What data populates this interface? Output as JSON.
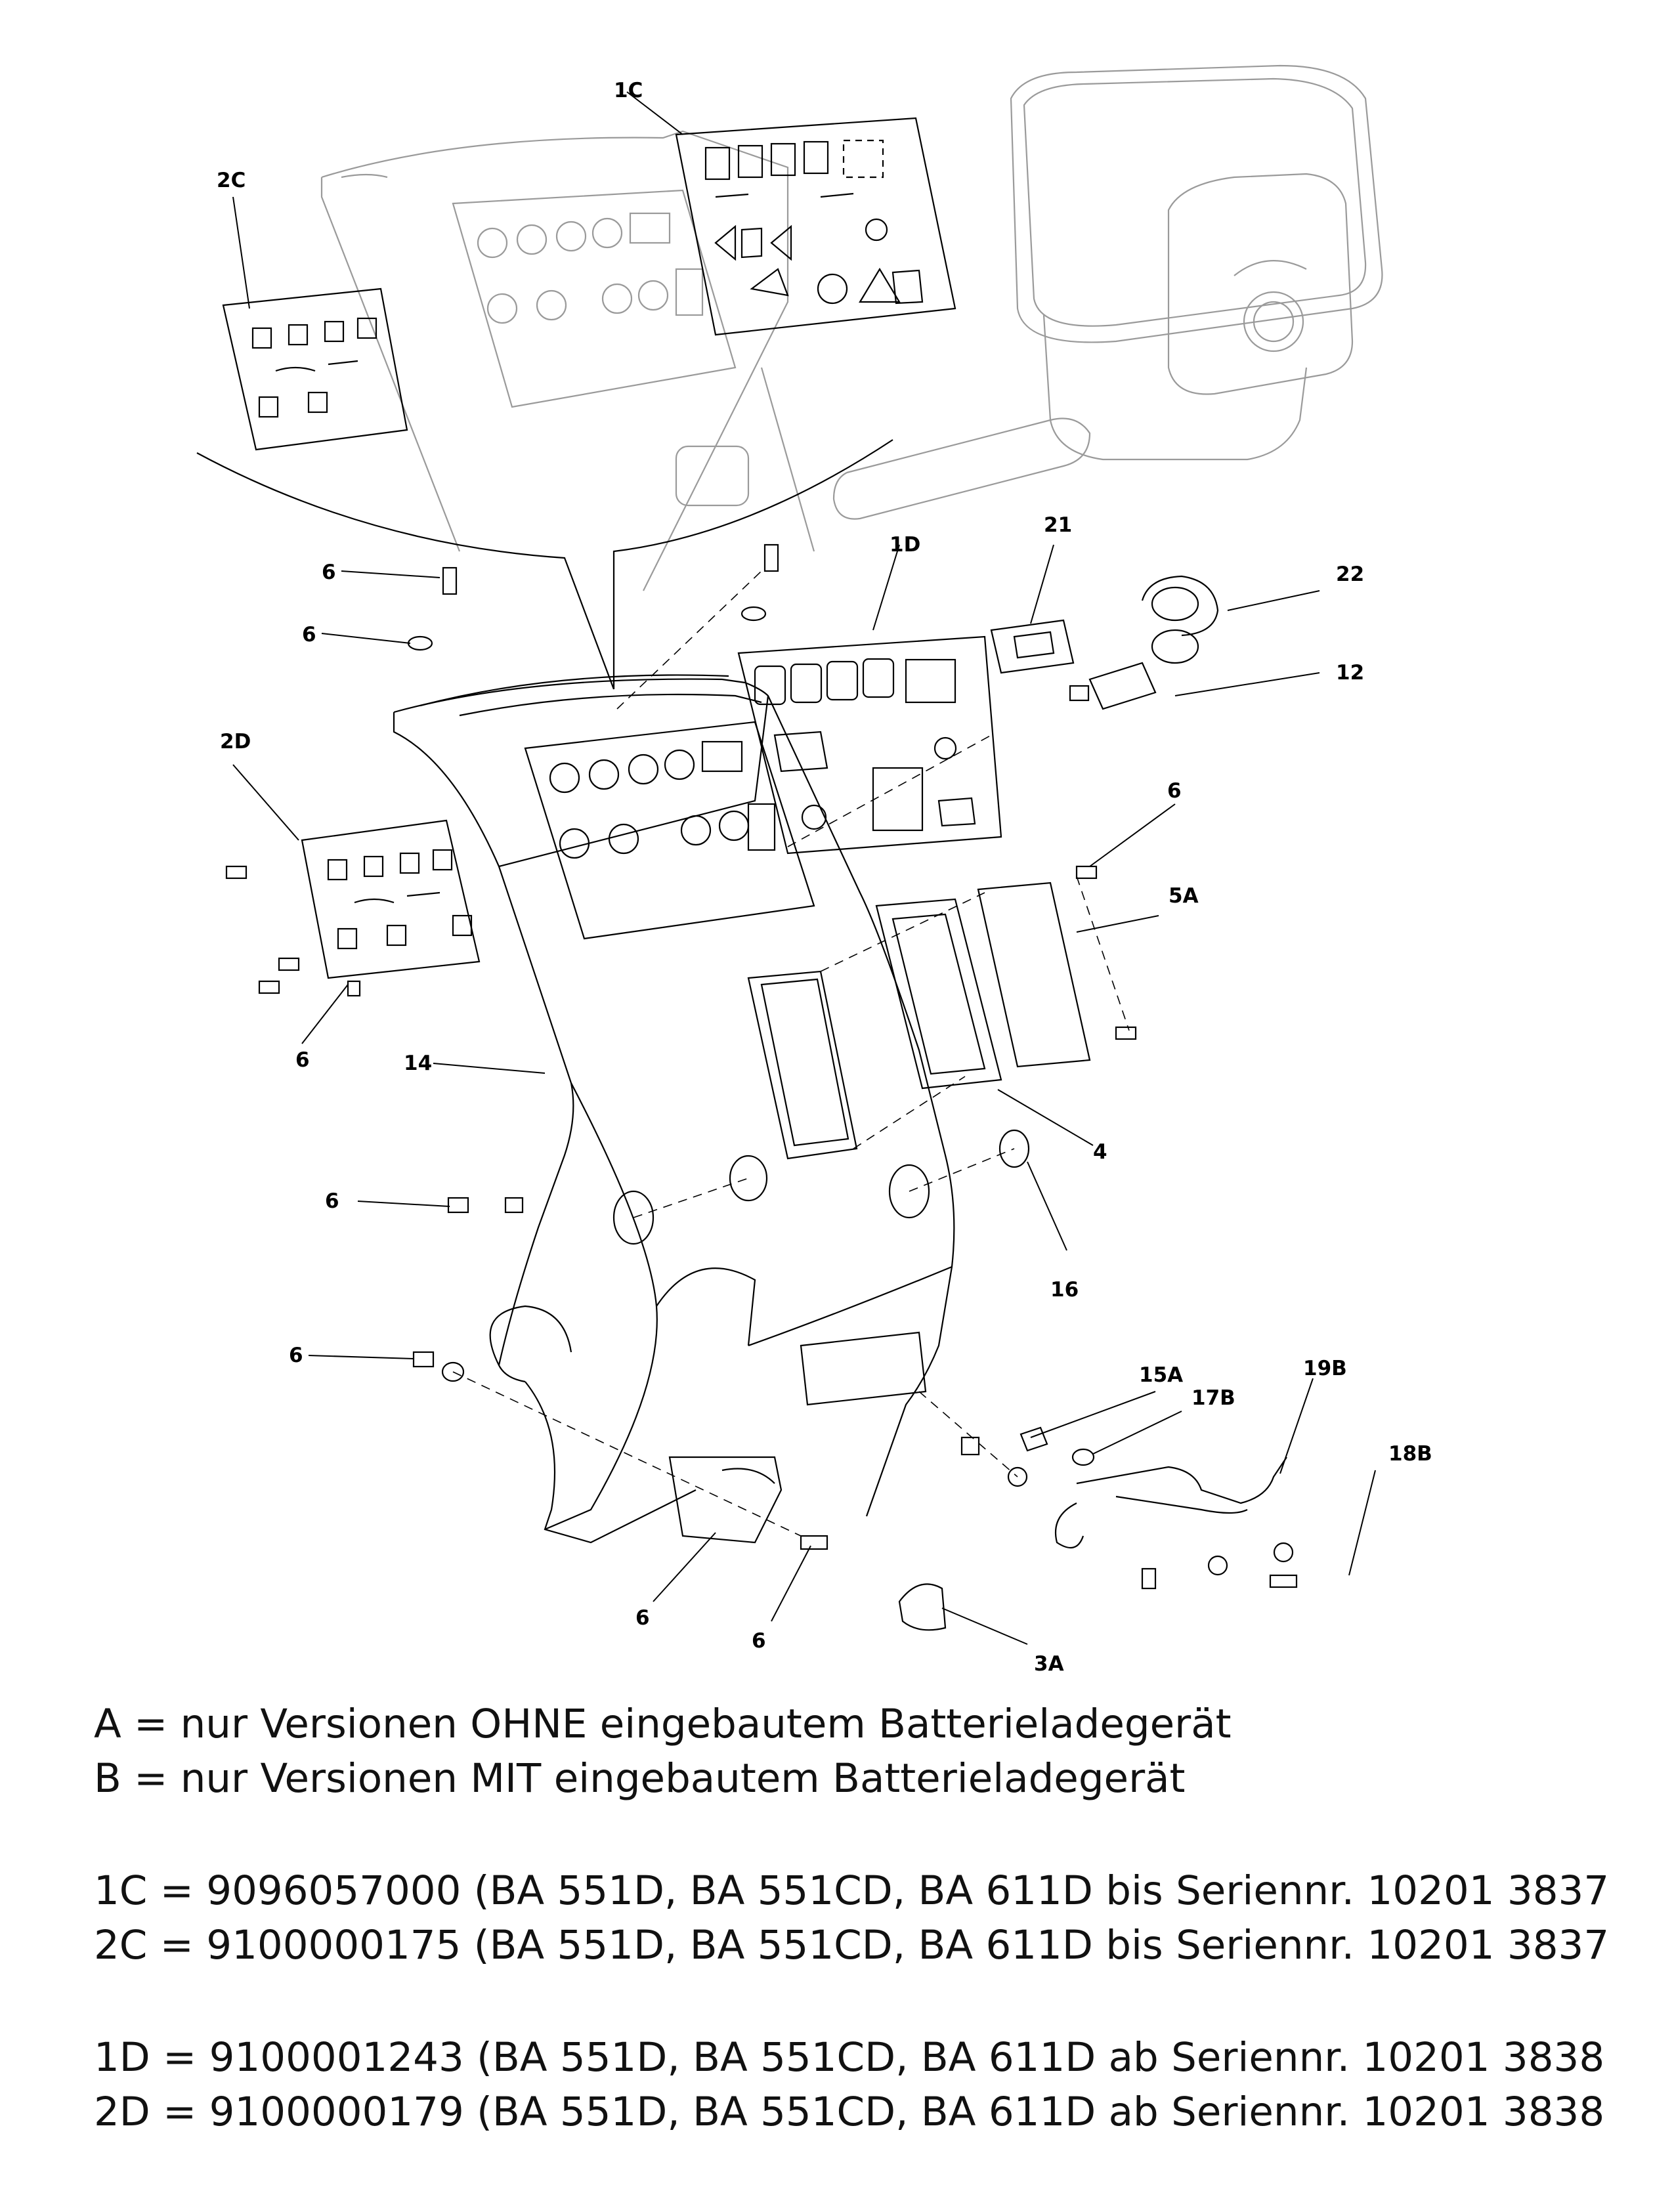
{
  "callouts": {
    "c1C": "1C",
    "c2C": "2C",
    "c1D": "1D",
    "c2D": "2D",
    "c21": "21",
    "c22": "22",
    "c12": "12",
    "c5A": "5A",
    "c4": "4",
    "c16": "16",
    "c14": "14",
    "c15A": "15A",
    "c17B": "17B",
    "c19B": "19B",
    "c18B": "18B",
    "c3A": "3A",
    "c6": "6"
  },
  "legend": [
    "A = nur Versionen OHNE eingebautem Batterieladegerät",
    "B = nur Versionen MIT eingebautem Batterieladegerät"
  ],
  "parts_c": [
    "1C = 9096057000 (BA 551D, BA 551CD, BA 611D bis Seriennr. 10201 3837",
    "2C = 9100000175 (BA 551D, BA 551CD, BA 611D bis Seriennr. 10201 3837"
  ],
  "parts_d": [
    "1D = 9100001243 (BA 551D, BA 551CD, BA 611D ab Seriennr. 10201 3838",
    "2D = 9100000179 (BA 551D, BA 551CD, BA 611D ab Seriennr. 10201 3838"
  ]
}
